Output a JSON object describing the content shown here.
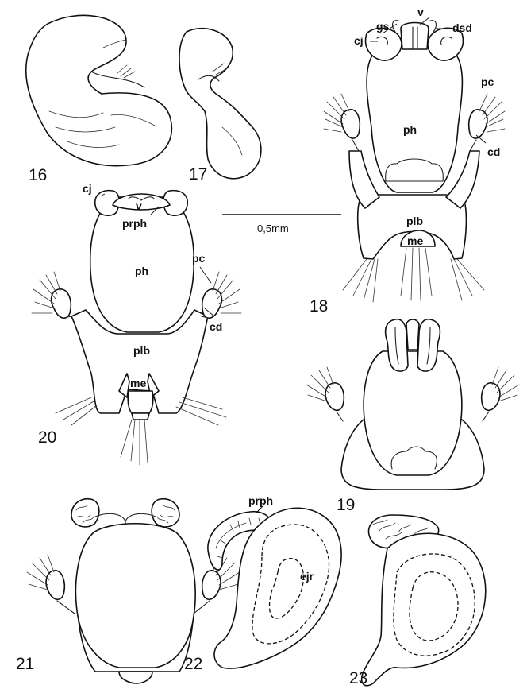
{
  "figures": {
    "f16": "16",
    "f17": "17",
    "f18": "18",
    "f19": "19",
    "f20": "20",
    "f21": "21",
    "f22": "22",
    "f23": "23"
  },
  "labels": {
    "gs": "gs",
    "v": "v",
    "dsd": "dsd",
    "cj": "cj",
    "pc": "pc",
    "ph": "ph",
    "cd": "cd",
    "plb": "plb",
    "me": "me",
    "prph": "prph",
    "ejr": "ejr"
  },
  "scale_bar": {
    "label": "0,5mm"
  }
}
